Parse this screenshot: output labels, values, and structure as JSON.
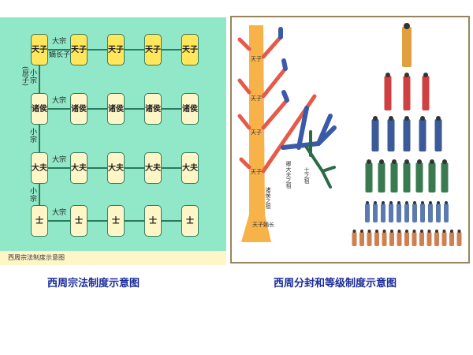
{
  "left_diagram": {
    "rows": [
      {
        "rank": "天子",
        "link_label": "大宗",
        "link_sublabel": "嫡长子"
      },
      {
        "rank": "诸侯",
        "link_label": "大宗"
      },
      {
        "rank": "大夫",
        "link_label": "大宗"
      },
      {
        "rank": "士",
        "link_label": "大宗"
      }
    ],
    "side_labels": [
      "小宗",
      "小宗",
      "小宗"
    ],
    "side_note": "(庶子)",
    "inner_caption": "西周宗法制度示意图",
    "colors": {
      "background": "#90e8c8",
      "top_box": "#ffe65a",
      "box": "#fff6c8"
    }
  },
  "right_diagram": {
    "trunk_labels": [
      "天子",
      "天子",
      "天子",
      "天子",
      "天子嫡长"
    ],
    "branch_labels": [
      "诸侯之祖",
      "卿大夫之祖",
      "士之祖"
    ],
    "pyramid_rows": [
      1,
      3,
      5,
      7,
      11,
      15
    ]
  },
  "captions": {
    "left": "西周宗法制度示意图",
    "right": "西周分封和等级制度示意图"
  }
}
